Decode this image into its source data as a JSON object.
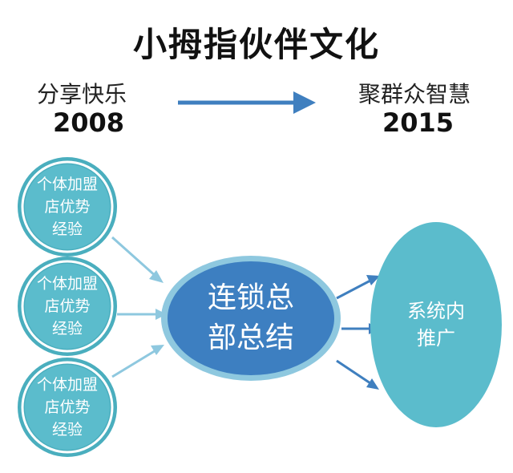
{
  "title": "小拇指伙伴文化",
  "left": {
    "slogan": "分享快乐",
    "year": "2008"
  },
  "right": {
    "slogan": "聚群众智慧",
    "year": "2015"
  },
  "source_nodes": [
    {
      "label_line1": "个体加盟",
      "label_line2": "店优势",
      "label_line3": "经验"
    },
    {
      "label_line1": "个体加盟",
      "label_line2": "店优势",
      "label_line3": "经验"
    },
    {
      "label_line1": "个体加盟",
      "label_line2": "店优势",
      "label_line3": "经验"
    }
  ],
  "hub": {
    "label_line1": "连锁总",
    "label_line2": "部总结"
  },
  "target": {
    "label_line1": "系统内",
    "label_line2": "推广"
  },
  "colors": {
    "small_fill": "#5bbccc",
    "small_ring": "#ffffff",
    "small_outer": "#4aaebe",
    "hub_fill": "#3d7fc1",
    "hub_ring": "#8ec8df",
    "target_fill": "#5bbccc",
    "arrow": "#3f7fbf"
  }
}
